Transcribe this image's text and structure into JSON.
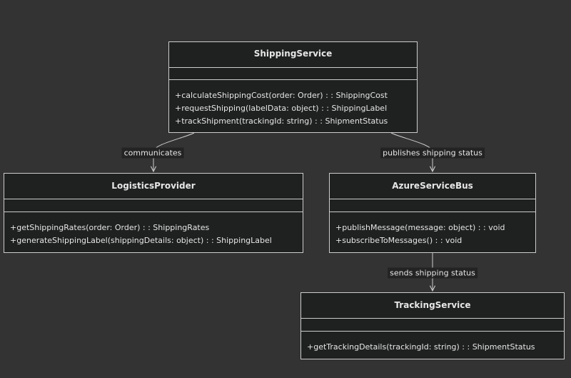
{
  "classes": [
    {
      "id": "shipping-service",
      "name": "ShippingService",
      "attributes": [],
      "methods": [
        "+calculateShippingCost(order: Order) : : ShippingCost",
        "+requestShipping(labelData: object) : : ShippingLabel",
        "+trackShipment(trackingId: string) : : ShipmentStatus"
      ]
    },
    {
      "id": "logistics-provider",
      "name": "LogisticsProvider",
      "attributes": [],
      "methods": [
        "+getShippingRates(order: Order) : : ShippingRates",
        "+generateShippingLabel(shippingDetails: object) : : ShippingLabel"
      ]
    },
    {
      "id": "azure-service-bus",
      "name": "AzureServiceBus",
      "attributes": [],
      "methods": [
        "+publishMessage(message: object) : : void",
        "+subscribeToMessages() : : void"
      ]
    },
    {
      "id": "tracking-service",
      "name": "TrackingService",
      "attributes": [],
      "methods": [
        "+getTrackingDetails(trackingId: string) : : ShipmentStatus"
      ]
    }
  ],
  "relations": [
    {
      "from": "ShippingService",
      "to": "LogisticsProvider",
      "label": "communicates"
    },
    {
      "from": "ShippingService",
      "to": "AzureServiceBus",
      "label": "publishes shipping status"
    },
    {
      "from": "AzureServiceBus",
      "to": "TrackingService",
      "label": "sends shipping status"
    }
  ],
  "colors": {
    "background": "#333333",
    "box_fill": "#1f2020",
    "box_border": "#cccccc",
    "edge": "#cccccc",
    "text": "#e6e6e6",
    "label_bg": "#232323"
  }
}
